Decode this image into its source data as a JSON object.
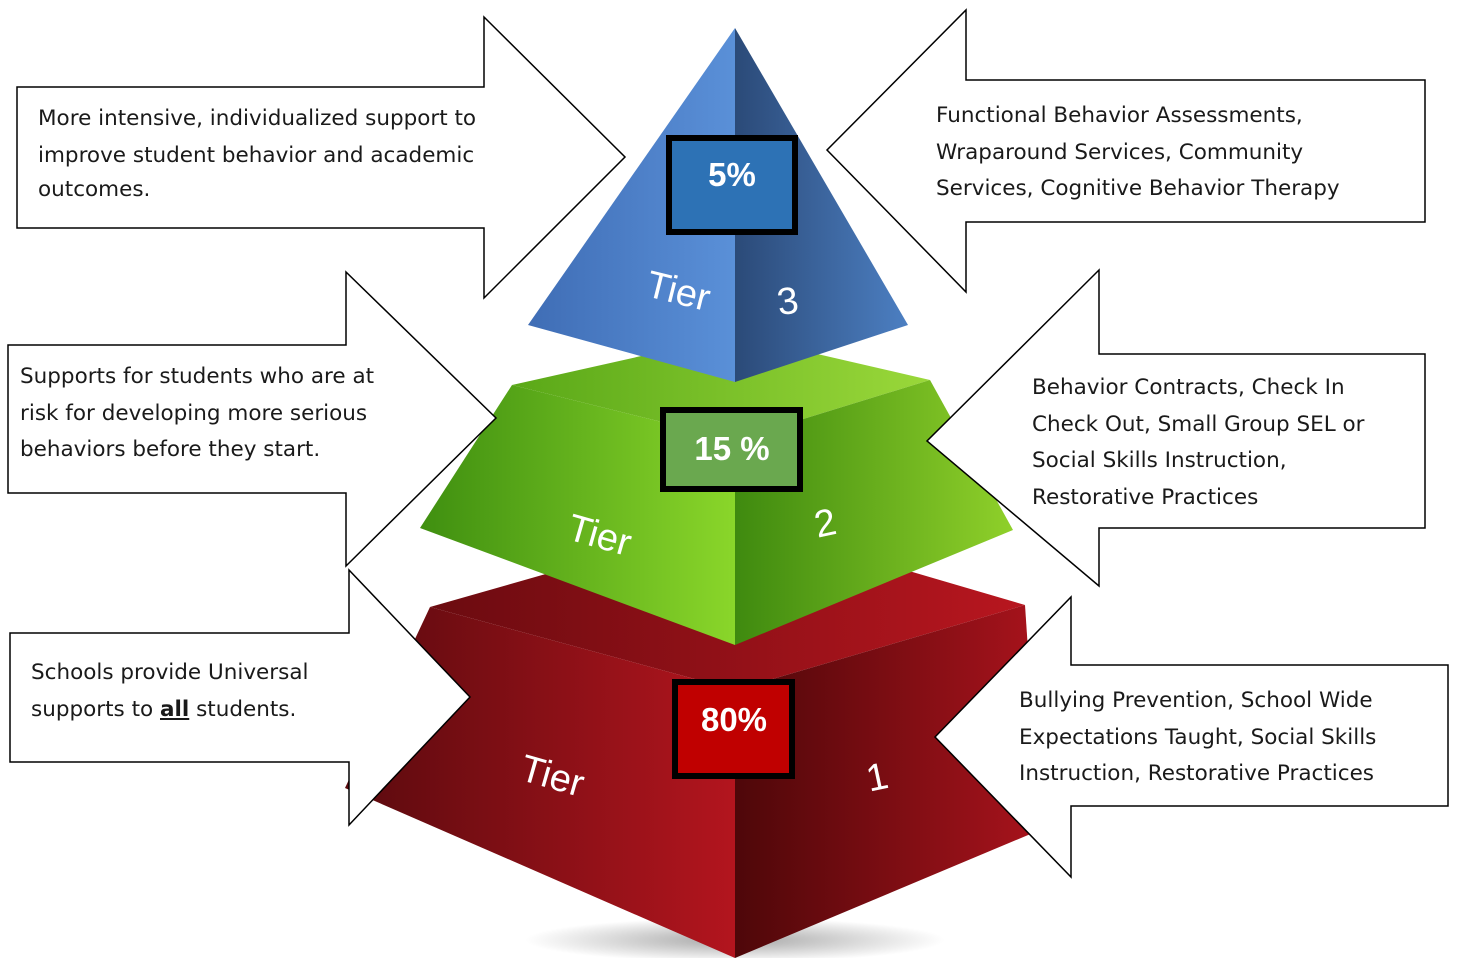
{
  "tiers": [
    {
      "id": "tier-3",
      "word": "Tier",
      "number": "3",
      "percent": "5%",
      "left_text": [
        "More intensive, individualized support to",
        "improve  student behavior and academic",
        "outcomes."
      ],
      "right_text": [
        "Functional Behavior Assessments,",
        "Wraparound Services, Community",
        "Services, Cognitive Behavior Therapy"
      ],
      "color": "#3f6fb8"
    },
    {
      "id": "tier-2",
      "word": "Tier",
      "number": "2",
      "percent": "15 %",
      "left_text": [
        "Supports for students who are at",
        "risk for developing more serious",
        "behaviors before they start."
      ],
      "right_text": [
        "Behavior Contracts, Check In",
        "Check Out, Small Group SEL or",
        "Social Skills Instruction,",
        "Restorative Practices"
      ],
      "color": "#6cbf1a"
    },
    {
      "id": "tier-1",
      "word": "Tier",
      "number": "1",
      "percent": "80%",
      "left_text_before": "Schools provide Universal",
      "left_text_line2_prefix": "supports to ",
      "left_text_emphasis": "all",
      "left_text_line2_suffix": " students.",
      "right_text": [
        "Bullying Prevention, School Wide",
        "Expectations Taught, Social Skills",
        "Instruction, Restorative Practices"
      ],
      "color": "#a01119"
    }
  ],
  "colors": {
    "tier3_light": "#4a80cc",
    "tier3_dark": "#2f4f80",
    "tier3_box": "#2d72b5",
    "tier2_light": "#7ccf1e",
    "tier2_dark": "#4a9a12",
    "tier2_box": "#6aa84f",
    "tier1_light": "#b0141c",
    "tier1_dark": "#600a0e",
    "tier1_box": "#c00000"
  }
}
